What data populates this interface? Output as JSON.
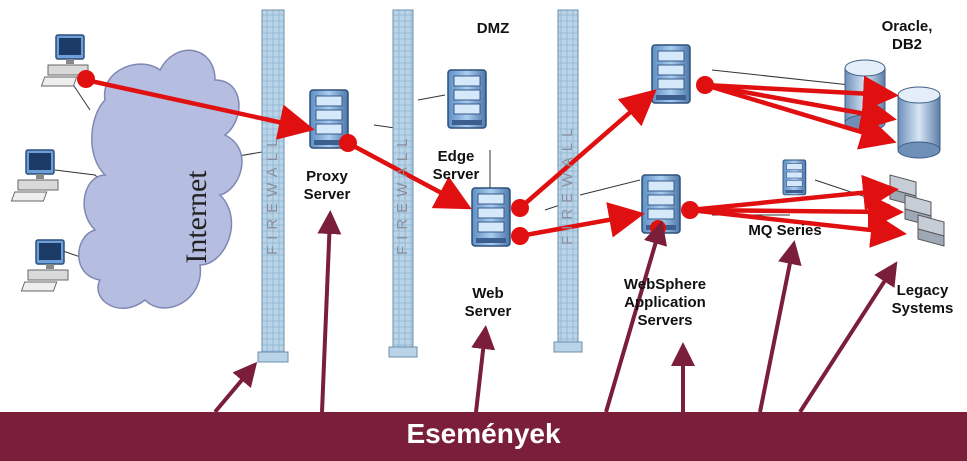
{
  "labels": {
    "internet": "Internet",
    "firewall": "FIREWALL",
    "proxy_server": "Proxy\nServer",
    "dmz": "DMZ",
    "edge_server": "Edge\nServer",
    "web_server": "Web\nServer",
    "websphere": "WebSphere\nApplication\nServers",
    "oracle_db2": "Oracle,\nDB2",
    "mq_series": "MQ Series",
    "legacy_systems": "Legacy\nSystems"
  },
  "banner": {
    "text": "Események"
  },
  "colors": {
    "banner": "#7a1e3a",
    "event_arrow": "#7a1e3a",
    "flow_arrow": "#e01010",
    "firewall": "#a9c8de",
    "cloud": "#b5bde0",
    "server": "#7aa6d6"
  }
}
